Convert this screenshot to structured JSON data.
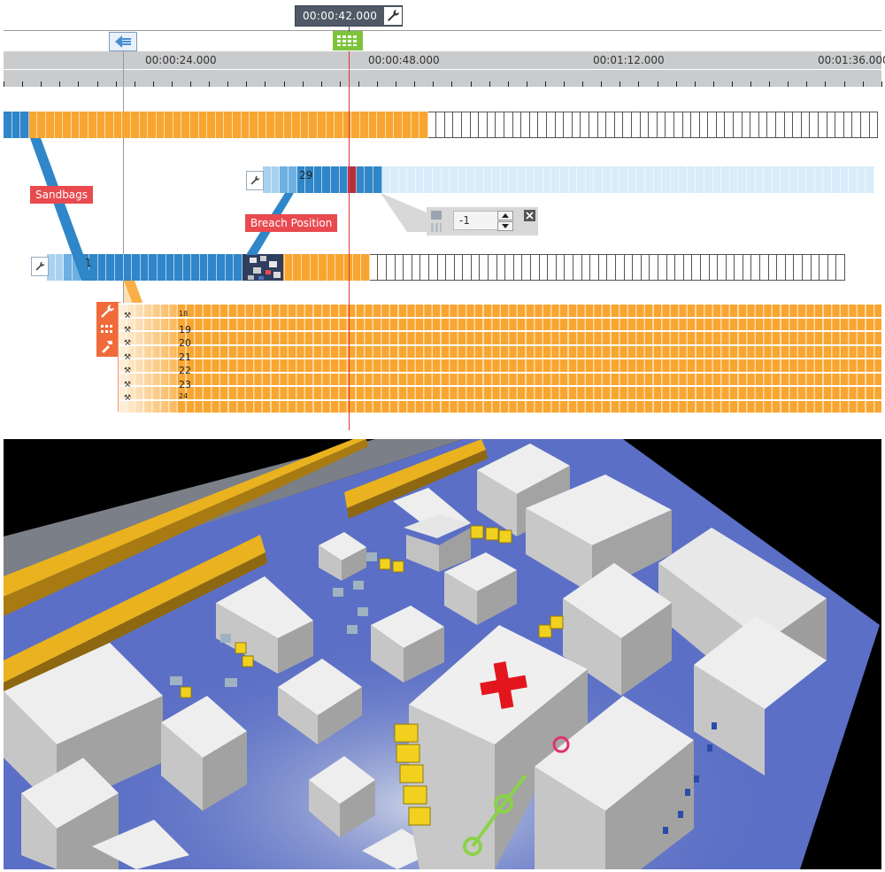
{
  "playhead": {
    "time": "00:00:42.000"
  },
  "ruler": {
    "labels": [
      "00:00:24.000",
      "00:00:48.000",
      "00:01:12.000",
      "00:01:36.000"
    ]
  },
  "tracks": {
    "track2_frame": "29",
    "track3_frame": "1"
  },
  "annotations": {
    "sandbags": "Sandbags",
    "breach": "Breach Position"
  },
  "popup": {
    "value": "-1"
  },
  "stack": {
    "rows": [
      "18",
      "19",
      "20",
      "21",
      "22",
      "23",
      "24"
    ]
  },
  "colors": {
    "blue": "#2f86c8",
    "orange": "#f8a631",
    "light_blue": "#d8ecf9",
    "red_label": "#e84a4f",
    "playhead": "#e3343c",
    "marker_green": "#7dc43c"
  },
  "icons": [
    "wrench-icon",
    "grid-icon",
    "rewind-marker-icon",
    "close-icon",
    "spinner-up-icon",
    "spinner-down-icon",
    "hammer-icon"
  ]
}
